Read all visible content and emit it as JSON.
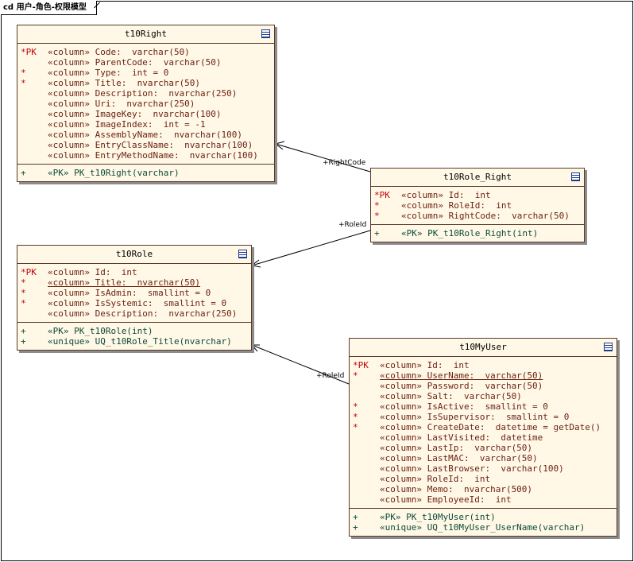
{
  "frame": {
    "title": "cd 用户-角色-权限模型"
  },
  "tables": {
    "t10Right": {
      "name": "t10Right",
      "icon": "table-icon",
      "columns": [
        {
          "marker": "*PK",
          "text": "«column» Code:  varchar(50)",
          "underline": false
        },
        {
          "marker": "",
          "text": "«column» ParentCode:  varchar(50)",
          "underline": false
        },
        {
          "marker": "*",
          "text": "«column» Type:  int = 0",
          "underline": false
        },
        {
          "marker": "*",
          "text": "«column» Title:  nvarchar(50)",
          "underline": false
        },
        {
          "marker": "",
          "text": "«column» Description:  nvarchar(250)",
          "underline": false
        },
        {
          "marker": "",
          "text": "«column» Uri:  nvarchar(250)",
          "underline": false
        },
        {
          "marker": "",
          "text": "«column» ImageKey:  nvarchar(100)",
          "underline": false
        },
        {
          "marker": "",
          "text": "«column» ImageIndex:  int = -1",
          "underline": false
        },
        {
          "marker": "",
          "text": "«column» AssemblyName:  nvarchar(100)",
          "underline": false
        },
        {
          "marker": "",
          "text": "«column» EntryClassName:  nvarchar(100)",
          "underline": false
        },
        {
          "marker": "",
          "text": "«column» EntryMethodName:  nvarchar(100)",
          "underline": false
        }
      ],
      "operations": [
        {
          "marker": "+",
          "text": "«PK» PK_t10Right(varchar)"
        }
      ]
    },
    "t10Role_Right": {
      "name": "t10Role_Right",
      "icon": "table-icon",
      "columns": [
        {
          "marker": "*PK",
          "text": "«column» Id:  int",
          "underline": false
        },
        {
          "marker": "*",
          "text": "«column» RoleId:  int",
          "underline": false
        },
        {
          "marker": "*",
          "text": "«column» RightCode:  varchar(50)",
          "underline": false
        }
      ],
      "operations": [
        {
          "marker": "+",
          "text": "«PK» PK_t10Role_Right(int)"
        }
      ]
    },
    "t10Role": {
      "name": "t10Role",
      "icon": "table-icon",
      "columns": [
        {
          "marker": "*PK",
          "text": "«column» Id:  int",
          "underline": false
        },
        {
          "marker": "*",
          "text": "«column» Title:  nvarchar(50)",
          "underline": true
        },
        {
          "marker": "*",
          "text": "«column» IsAdmin:  smallint = 0",
          "underline": false
        },
        {
          "marker": "*",
          "text": "«column» IsSystemic:  smallint = 0",
          "underline": false
        },
        {
          "marker": "",
          "text": "«column» Description:  nvarchar(250)",
          "underline": false
        }
      ],
      "operations": [
        {
          "marker": "+",
          "text": "«PK» PK_t10Role(int)"
        },
        {
          "marker": "+",
          "text": "«unique» UQ_t10Role_Title(nvarchar)"
        }
      ]
    },
    "t10MyUser": {
      "name": "t10MyUser",
      "icon": "table-icon",
      "columns": [
        {
          "marker": "*PK",
          "text": "«column» Id:  int",
          "underline": false
        },
        {
          "marker": "*",
          "text": "«column» UserName:  varchar(50)",
          "underline": true
        },
        {
          "marker": "",
          "text": "«column» Password:  varchar(50)",
          "underline": false
        },
        {
          "marker": "",
          "text": "«column» Salt:  varchar(50)",
          "underline": false
        },
        {
          "marker": "*",
          "text": "«column» IsActive:  smallint = 0",
          "underline": false
        },
        {
          "marker": "*",
          "text": "«column» IsSupervisor:  smallint = 0",
          "underline": false
        },
        {
          "marker": "*",
          "text": "«column» CreateDate:  datetime = getDate()",
          "underline": false
        },
        {
          "marker": "",
          "text": "«column» LastVisited:  datetime",
          "underline": false
        },
        {
          "marker": "",
          "text": "«column» LastIp:  varchar(50)",
          "underline": false
        },
        {
          "marker": "",
          "text": "«column» LastMAC:  varchar(50)",
          "underline": false
        },
        {
          "marker": "",
          "text": "«column» LastBrowser:  varchar(100)",
          "underline": false
        },
        {
          "marker": "",
          "text": "«column» RoleId:  int",
          "underline": false
        },
        {
          "marker": "",
          "text": "«column» Memo:  nvarchar(500)",
          "underline": false
        },
        {
          "marker": "",
          "text": "«column» EmployeeId:  int",
          "underline": false
        }
      ],
      "operations": [
        {
          "marker": "+",
          "text": "«PK» PK_t10MyUser(int)"
        },
        {
          "marker": "+",
          "text": "«unique» UQ_t10MyUser_UserName(varchar)"
        }
      ]
    }
  },
  "relationships": [
    {
      "from": "t10Role_Right",
      "to": "t10Right",
      "label": "+RightCode"
    },
    {
      "from": "t10Role_Right",
      "to": "t10Role",
      "label": "+RoleId"
    },
    {
      "from": "t10MyUser",
      "to": "t10Role",
      "label": "+RoleId"
    }
  ],
  "colors": {
    "table_fill": "#fff8e6",
    "table_border": "#5a3a2a",
    "marker": "#c0000a",
    "column_text": "#6b1f10",
    "operation_text": "#0d4a3a"
  }
}
